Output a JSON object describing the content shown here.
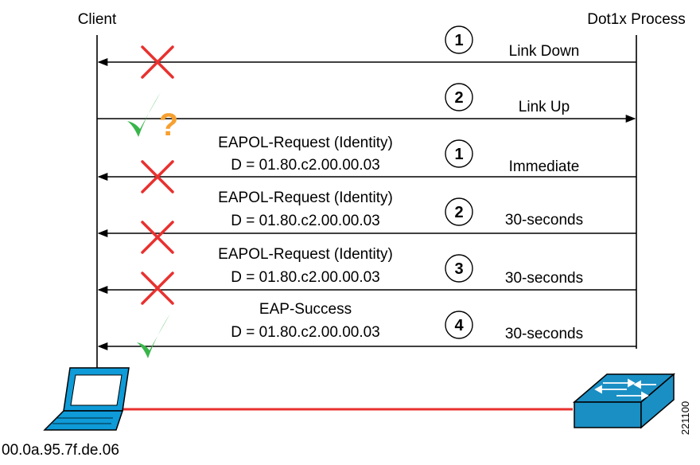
{
  "participants": {
    "client": "Client",
    "authenticator": "Dot1x Process"
  },
  "client_mac": "00.0a.95.7f.de.06",
  "figure_id": "221100",
  "messages": [
    {
      "step": "1",
      "lines": [],
      "timing": "Link Down",
      "direction": "to-client",
      "outcome": "cross"
    },
    {
      "step": "2",
      "lines": [],
      "timing": "Link Up",
      "direction": "to-switch",
      "outcome": "check-question"
    },
    {
      "step": "1",
      "lines": [
        "EAPOL-Request (Identity)",
        "D = 01.80.c2.00.00.03"
      ],
      "timing": "Immediate",
      "direction": "to-client",
      "outcome": "cross"
    },
    {
      "step": "2",
      "lines": [
        "EAPOL-Request (Identity)",
        "D = 01.80.c2.00.00.03"
      ],
      "timing": "30-seconds",
      "direction": "to-client",
      "outcome": "cross"
    },
    {
      "step": "3",
      "lines": [
        "EAPOL-Request (Identity)",
        "D = 01.80.c2.00.00.03"
      ],
      "timing": "30-seconds",
      "direction": "to-client",
      "outcome": "cross"
    },
    {
      "step": "4",
      "lines": [
        "EAP-Success",
        "D = 01.80.c2.00.00.03"
      ],
      "timing": "30-seconds",
      "direction": "to-client",
      "outcome": "check"
    }
  ],
  "colors": {
    "cross": "#e8312f",
    "check": "#39b54a",
    "question": "#f7a030",
    "link": "#e8312f",
    "laptop": "#0e9bd8",
    "switch": "#1a8fc4"
  }
}
